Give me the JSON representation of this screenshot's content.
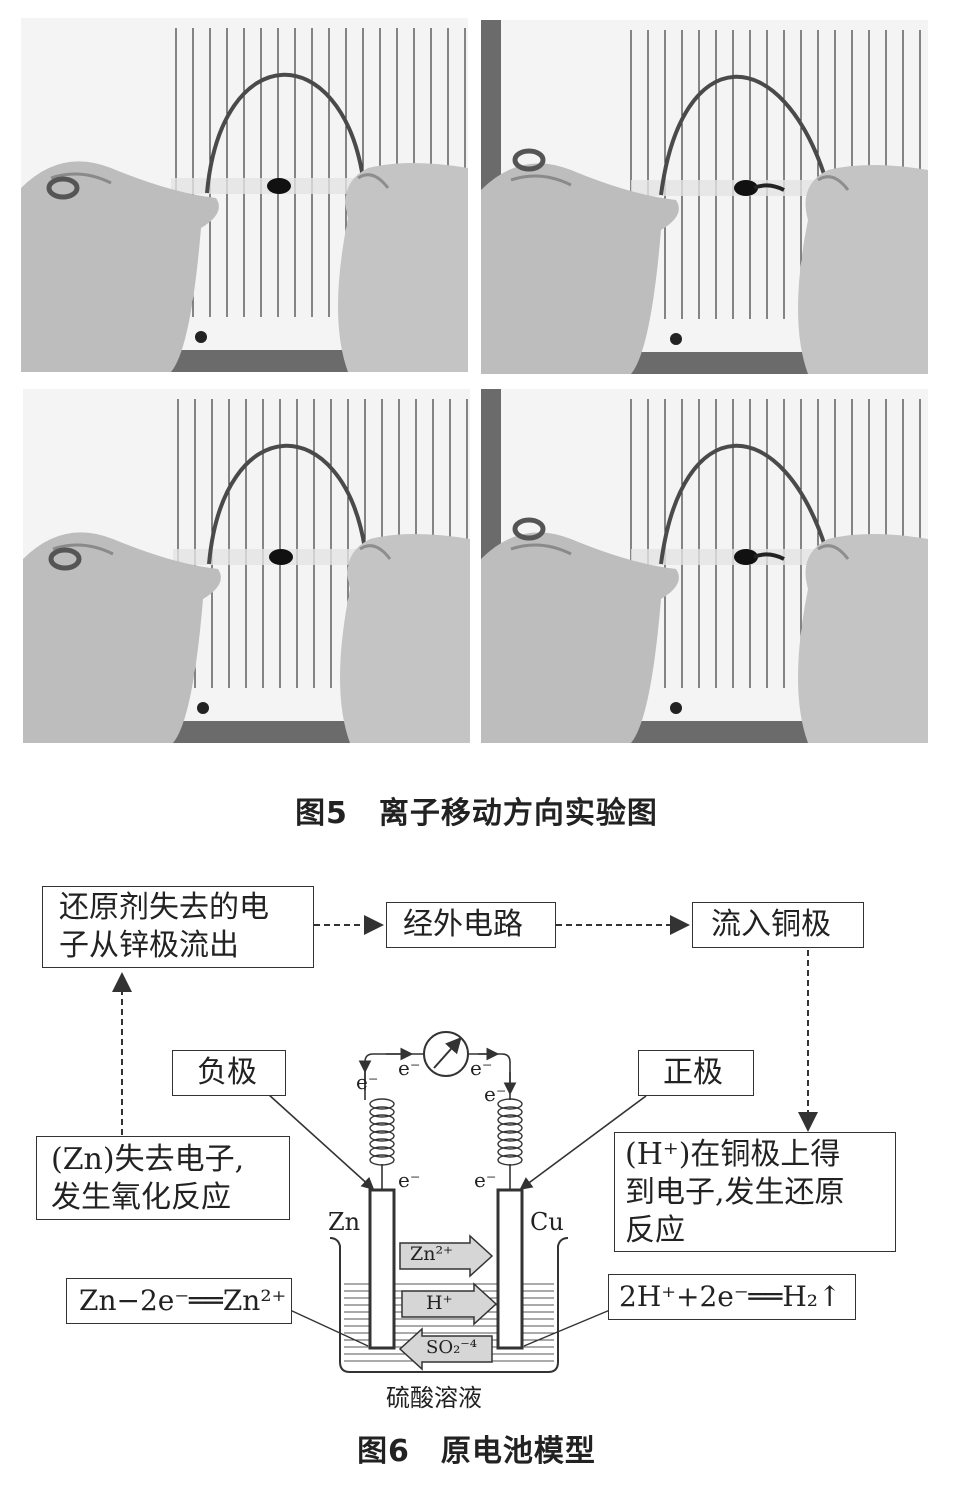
{
  "figure5": {
    "caption": "图5　离子移动方向实验图",
    "panels": [
      {
        "id": "top-left"
      },
      {
        "id": "top-right"
      },
      {
        "id": "bottom-left"
      },
      {
        "id": "bottom-right"
      }
    ]
  },
  "figure6": {
    "caption": "图6　原电池模型",
    "flow": {
      "reductant": [
        "还原剂失去的电",
        "子从锌极流出"
      ],
      "external": "经外电路",
      "into_copper": "流入铜极"
    },
    "negative_pole": "负极",
    "positive_pole": "正极",
    "zn_loses": [
      "(Zn)失去电子,",
      "发生氧化反应"
    ],
    "h_gains": [
      "(H⁺)在铜极上得",
      "到电子,发生还原",
      "反应"
    ],
    "zn_eq": "Zn−2e⁻══Zn²⁺",
    "h_eq": "2H⁺+2e⁻══H₂↑",
    "electrode_zn": "Zn",
    "electrode_cu": "Cu",
    "electron": "e⁻",
    "ions": {
      "zn": "Zn²⁺",
      "h": "H⁺",
      "so4": "SO₂⁻⁴"
    },
    "solution": "硫酸溶液"
  }
}
